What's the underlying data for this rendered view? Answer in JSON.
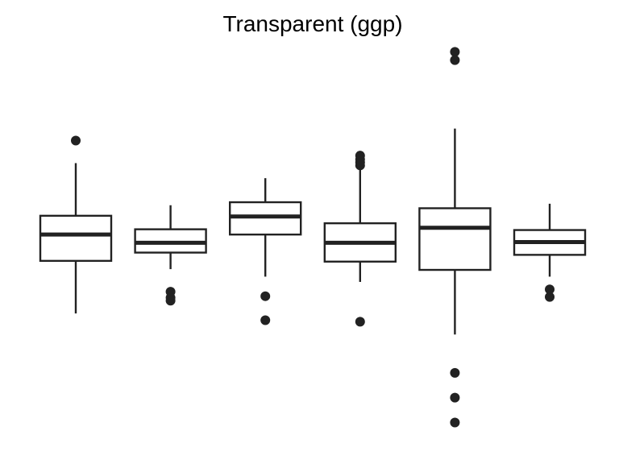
{
  "chart_data": {
    "type": "boxplot",
    "title": "Transparent (ggp)",
    "xlabel": "",
    "ylabel": "",
    "ylim": [
      -2.72,
      2.52
    ],
    "grid": false,
    "legend": "none",
    "colors": {
      "stroke": "#222222",
      "fill": "#ffffff",
      "outlier": "#222222",
      "background": "#ffffff"
    },
    "series": [
      {
        "lower_whisker": -1.05,
        "q1": -0.35,
        "median": 0.0,
        "q3": 0.25,
        "upper_whisker": 0.95,
        "outliers": [
          1.25
        ]
      },
      {
        "lower_whisker": -0.46,
        "q1": -0.24,
        "median": -0.11,
        "q3": 0.07,
        "upper_whisker": 0.39,
        "outliers": [
          -0.76,
          -0.84,
          -0.88
        ]
      },
      {
        "lower_whisker": -0.56,
        "q1": 0.0,
        "median": 0.24,
        "q3": 0.43,
        "upper_whisker": 0.75,
        "outliers": [
          -0.82,
          -1.14
        ]
      },
      {
        "lower_whisker": -0.63,
        "q1": -0.36,
        "median": -0.11,
        "q3": 0.15,
        "upper_whisker": 0.9,
        "outliers": [
          -1.16,
          1.05,
          1.0,
          0.96,
          0.92
        ]
      },
      {
        "lower_whisker": -1.33,
        "q1": -0.47,
        "median": 0.09,
        "q3": 0.35,
        "upper_whisker": 1.41,
        "outliers": [
          -1.84,
          -2.17,
          -2.5,
          2.32,
          2.43
        ]
      },
      {
        "lower_whisker": -0.56,
        "q1": -0.27,
        "median": -0.1,
        "q3": 0.06,
        "upper_whisker": 0.41,
        "outliers": [
          -0.73,
          -0.83
        ]
      }
    ]
  }
}
